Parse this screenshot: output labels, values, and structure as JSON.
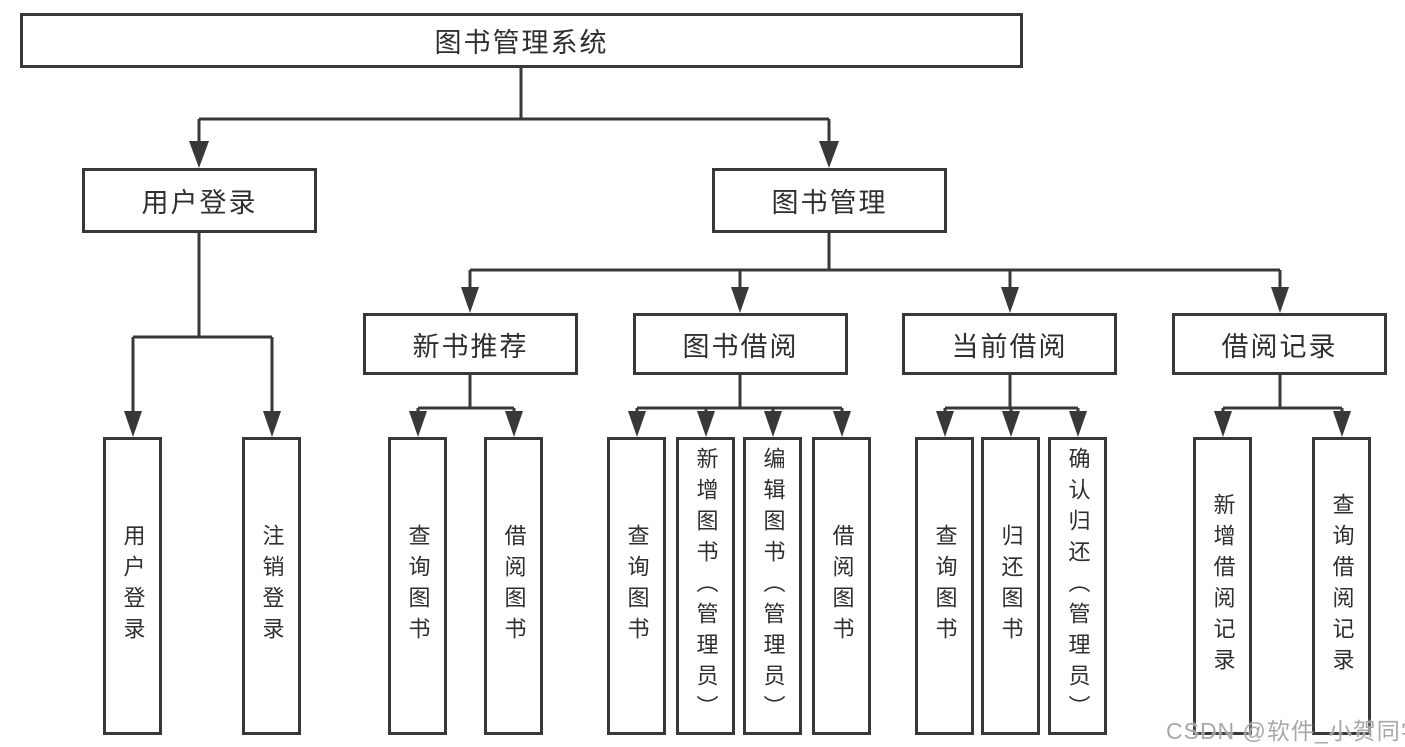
{
  "tree": {
    "root": "图书管理系统",
    "branches": [
      {
        "label": "用户登录",
        "children": [
          "用户登录",
          "注销登录"
        ]
      },
      {
        "label": "图书管理",
        "children": [
          {
            "label": "新书推荐",
            "children": [
              "查询图书",
              "借阅图书"
            ]
          },
          {
            "label": "图书借阅",
            "children": [
              "查询图书",
              "新增图书（管理员）",
              "编辑图书（管理员）",
              "借阅图书"
            ]
          },
          {
            "label": "当前借阅",
            "children": [
              "查询图书",
              "归还图书",
              "确认归还（管理员）"
            ]
          },
          {
            "label": "借阅记录",
            "children": [
              "新增借阅记录",
              "查询借阅记录"
            ]
          }
        ]
      }
    ]
  },
  "watermark": {
    "text": "CSDN @软件_小贺同学"
  },
  "colors": {
    "line": "#383838",
    "node_border": "#383838",
    "node_text": "#2f2f2f",
    "node_background": "#ffffff",
    "page_background": "#ffffff",
    "watermark_text": "#a3a3a3"
  }
}
